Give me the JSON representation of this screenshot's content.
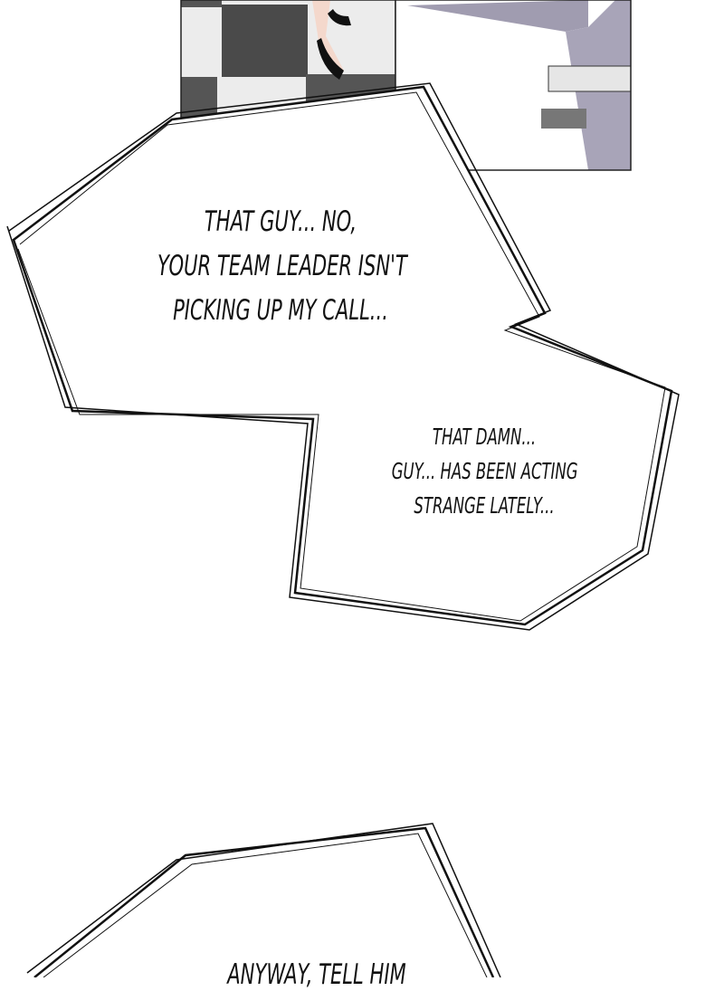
{
  "comic": {
    "bubbles": [
      {
        "lines": [
          "THAT GUY... NO,",
          "YOUR TEAM LEADER ISN'T",
          "PICKING UP MY CALL..."
        ]
      },
      {
        "lines": [
          "THAT DAMN...",
          "GUY... HAS BEEN ACTING",
          "STRANGE LATELY..."
        ]
      },
      {
        "lines": [
          "ANYWAY, TELL HIM"
        ]
      }
    ]
  },
  "colors": {
    "ink": "#111111",
    "tile_dark": "#4a4a4a",
    "tile_light": "#ececec",
    "wall": "#a09cb0"
  }
}
